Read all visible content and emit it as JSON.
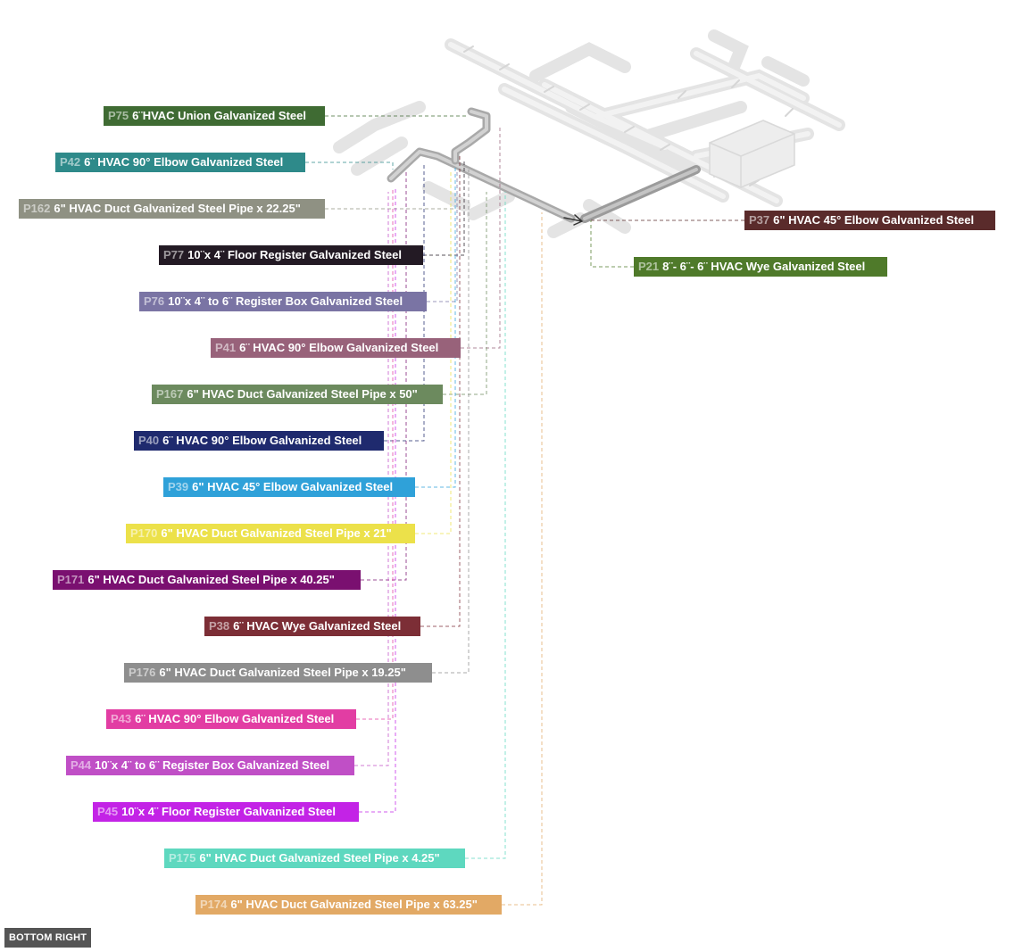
{
  "view_label": "BOTTOM RIGHT",
  "parts": [
    {
      "id": "P75",
      "name": "6¨HVAC Union Galvanized Steel",
      "color": "#3f6b33"
    },
    {
      "id": "P42",
      "name": "6¨ HVAC 90° Elbow Galvanized Steel",
      "color": "#2e8a8a"
    },
    {
      "id": "P162",
      "name": "6\" HVAC Duct Galvanized Steel Pipe x 22.25\"",
      "color": "#8f9183"
    },
    {
      "id": "P77",
      "name": "10¨x 4¨ Floor Register Galvanized Steel",
      "color": "#231a24"
    },
    {
      "id": "P76",
      "name": "10¨x 4¨ to 6¨ Register Box Galvanized Steel",
      "color": "#7a74a4"
    },
    {
      "id": "P41",
      "name": "6¨ HVAC 90° Elbow Galvanized Steel",
      "color": "#98627a"
    },
    {
      "id": "P167",
      "name": "6\" HVAC Duct Galvanized Steel Pipe x 50\"",
      "color": "#6c8a5e"
    },
    {
      "id": "P40",
      "name": "6¨ HVAC 90° Elbow Galvanized Steel",
      "color": "#1f2a6e"
    },
    {
      "id": "P39",
      "name": "6\" HVAC 45° Elbow Galvanized Steel",
      "color": "#2fa1d9"
    },
    {
      "id": "P170",
      "name": "6\" HVAC Duct Galvanized Steel Pipe x 21\"",
      "color": "#ece14a"
    },
    {
      "id": "P171",
      "name": "6\" HVAC Duct Galvanized Steel Pipe x 40.25\"",
      "color": "#7a1070"
    },
    {
      "id": "P38",
      "name": "6¨ HVAC Wye Galvanized Steel",
      "color": "#7c2e36"
    },
    {
      "id": "P176",
      "name": "6\" HVAC Duct Galvanized Steel Pipe x 19.25\"",
      "color": "#8e8e8e"
    },
    {
      "id": "P43",
      "name": "6¨ HVAC 90° Elbow Galvanized Steel",
      "color": "#e23da3"
    },
    {
      "id": "P44",
      "name": "10¨x 4¨ to 6¨ Register Box Galvanized Steel",
      "color": "#c04fc6"
    },
    {
      "id": "P45",
      "name": "10¨x 4¨ Floor Register Galvanized Steel",
      "color": "#c323e6"
    },
    {
      "id": "P175",
      "name": "6\" HVAC Duct Galvanized Steel Pipe x 4.25\"",
      "color": "#5ed8bf"
    },
    {
      "id": "P174",
      "name": "6\" HVAC Duct Galvanized Steel Pipe x 63.25\"",
      "color": "#e2a965"
    },
    {
      "id": "P37",
      "name": "6\" HVAC 45° Elbow Galvanized Steel",
      "color": "#5a2b2b"
    },
    {
      "id": "P21",
      "name": "8¨- 6¨- 6¨ HVAC Wye Galvanized Steel",
      "color": "#4f7a2a"
    }
  ]
}
